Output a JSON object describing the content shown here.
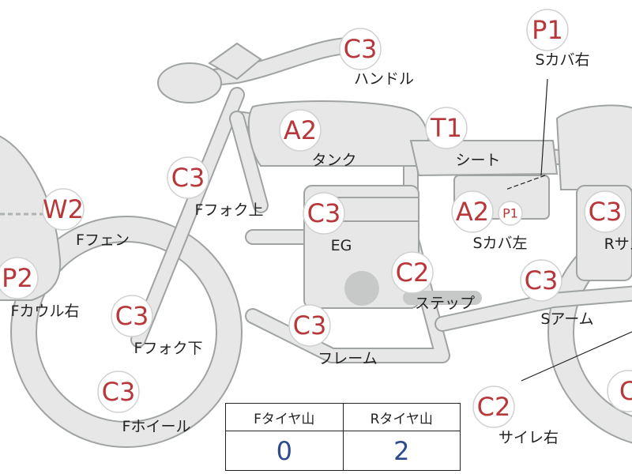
{
  "badges": [
    {
      "id": "handle",
      "grade": "C3",
      "label": "ハンドル"
    },
    {
      "id": "tank",
      "grade": "A2",
      "label": "タンク"
    },
    {
      "id": "seat",
      "grade": "T1",
      "label": "シート"
    },
    {
      "id": "side-cover-right",
      "grade": "P1",
      "label": "Sカバ右"
    },
    {
      "id": "fork-upper",
      "grade": "C3",
      "label": "Fフォク上"
    },
    {
      "id": "front-fender",
      "grade": "W2",
      "label": "Fフェン"
    },
    {
      "id": "engine",
      "grade": "C3",
      "label": "EG"
    },
    {
      "id": "side-cover-left",
      "grade": "A2",
      "label": "Sカバ左",
      "extra": "P1"
    },
    {
      "id": "rear-suspension",
      "grade": "C3",
      "label": "Rサス"
    },
    {
      "id": "front-cowl-right",
      "grade": "P2",
      "label": "Fカウル右"
    },
    {
      "id": "step",
      "grade": "C2",
      "label": "ステップ"
    },
    {
      "id": "swing-arm",
      "grade": "C3",
      "label": "Sアーム"
    },
    {
      "id": "fork-lower",
      "grade": "C3",
      "label": "Fフォク下"
    },
    {
      "id": "frame",
      "grade": "C3",
      "label": "フレーム"
    },
    {
      "id": "front-wheel",
      "grade": "C3",
      "label": "Fホイール"
    },
    {
      "id": "muffler-right",
      "grade": "C2",
      "label": "サイレ右"
    },
    {
      "id": "rear-edge",
      "grade": "C"
    }
  ],
  "score_table": {
    "headers": [
      "Fタイヤ山",
      "Rタイヤ山"
    ],
    "values": [
      "0",
      "2"
    ]
  }
}
